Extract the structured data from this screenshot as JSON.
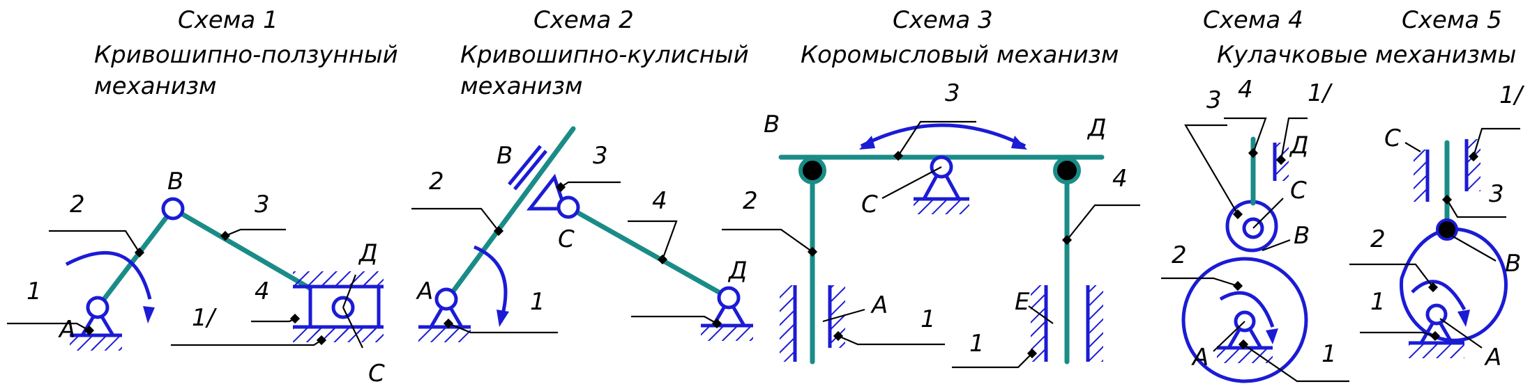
{
  "schemes": [
    {
      "title": "Схема 1",
      "name_line1": "Кривошипно-ползунный",
      "name_line2": "механизм",
      "labels": {
        "A": "А",
        "B": "В",
        "C": "С",
        "D": "Д",
        "n1": "1",
        "n1p": "1/",
        "n2": "2",
        "n3": "3",
        "n4": "4"
      }
    },
    {
      "title": "Схема 2",
      "name_line1": "Кривошипно-кулисный",
      "name_line2": "механизм",
      "labels": {
        "A": "А",
        "B": "В",
        "C": "С",
        "D": "Д",
        "n1": "1",
        "n2": "2",
        "n3": "3",
        "n4": "4"
      }
    },
    {
      "title": "Схема 3",
      "name_line1": "Коромысловый механизм",
      "labels": {
        "A": "А",
        "B": "В",
        "C": "С",
        "D": "Д",
        "E": "Е",
        "n1a": "1",
        "n1b": "1",
        "n2": "2",
        "n3": "3",
        "n4": "4"
      }
    },
    {
      "title": "Схема 4",
      "name_line1": "Кулачковые механизмы",
      "labels": {
        "A": "А",
        "B": "В",
        "C": "С",
        "D": "Д",
        "n1": "1",
        "n1p": "1/",
        "n2": "2",
        "n3": "3",
        "n4": "4"
      }
    },
    {
      "title": "Схема 5",
      "labels": {
        "A": "А",
        "B": "В",
        "C": "С",
        "n1": "1",
        "n1p": "1/",
        "n2": "2",
        "n3": "3"
      }
    }
  ],
  "colors": {
    "ground_and_joints": "#1b1bd6",
    "links": "#1a8c88",
    "leaders": "#000000"
  }
}
